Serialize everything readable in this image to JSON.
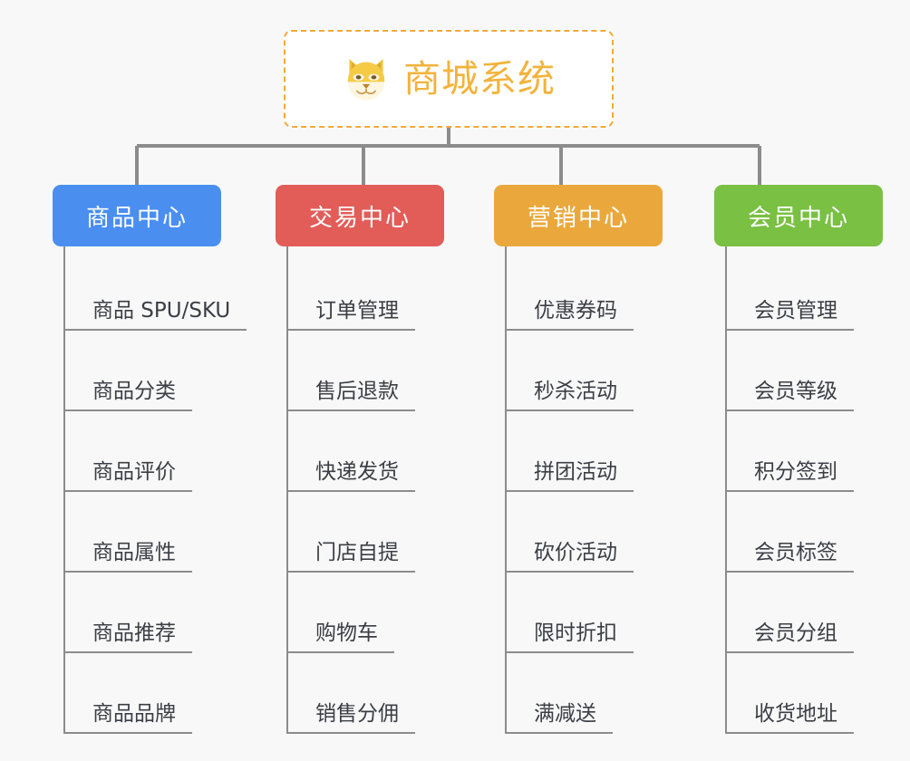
{
  "diagram": {
    "type": "mind-map",
    "background_color": "#f8f8f8",
    "root": {
      "title": "商城系统",
      "icon": "shiba-dog-face-emoji",
      "text_color": "#f2b33d",
      "border_color": "#f2a93b",
      "border_style": "dashed",
      "background_color": "#ffffff"
    },
    "line_color": "#8c8c8c",
    "categories": [
      {
        "label": "商品中心",
        "color": "#4a8ef0",
        "items": [
          "商品 SPU/SKU",
          "商品分类",
          "商品评价",
          "商品属性",
          "商品推荐",
          "商品品牌"
        ]
      },
      {
        "label": "交易中心",
        "color": "#e25c58",
        "items": [
          "订单管理",
          "售后退款",
          "快递发货",
          "门店自提",
          "购物车",
          "销售分佣"
        ]
      },
      {
        "label": "营销中心",
        "color": "#eaa83c",
        "items": [
          "优惠券码",
          "秒杀活动",
          "拼团活动",
          "砍价活动",
          "限时折扣",
          "满减送"
        ]
      },
      {
        "label": "会员中心",
        "color": "#79c043",
        "items": [
          "会员管理",
          "会员等级",
          "积分签到",
          "会员标签",
          "会员分组",
          "收货地址"
        ]
      }
    ]
  }
}
